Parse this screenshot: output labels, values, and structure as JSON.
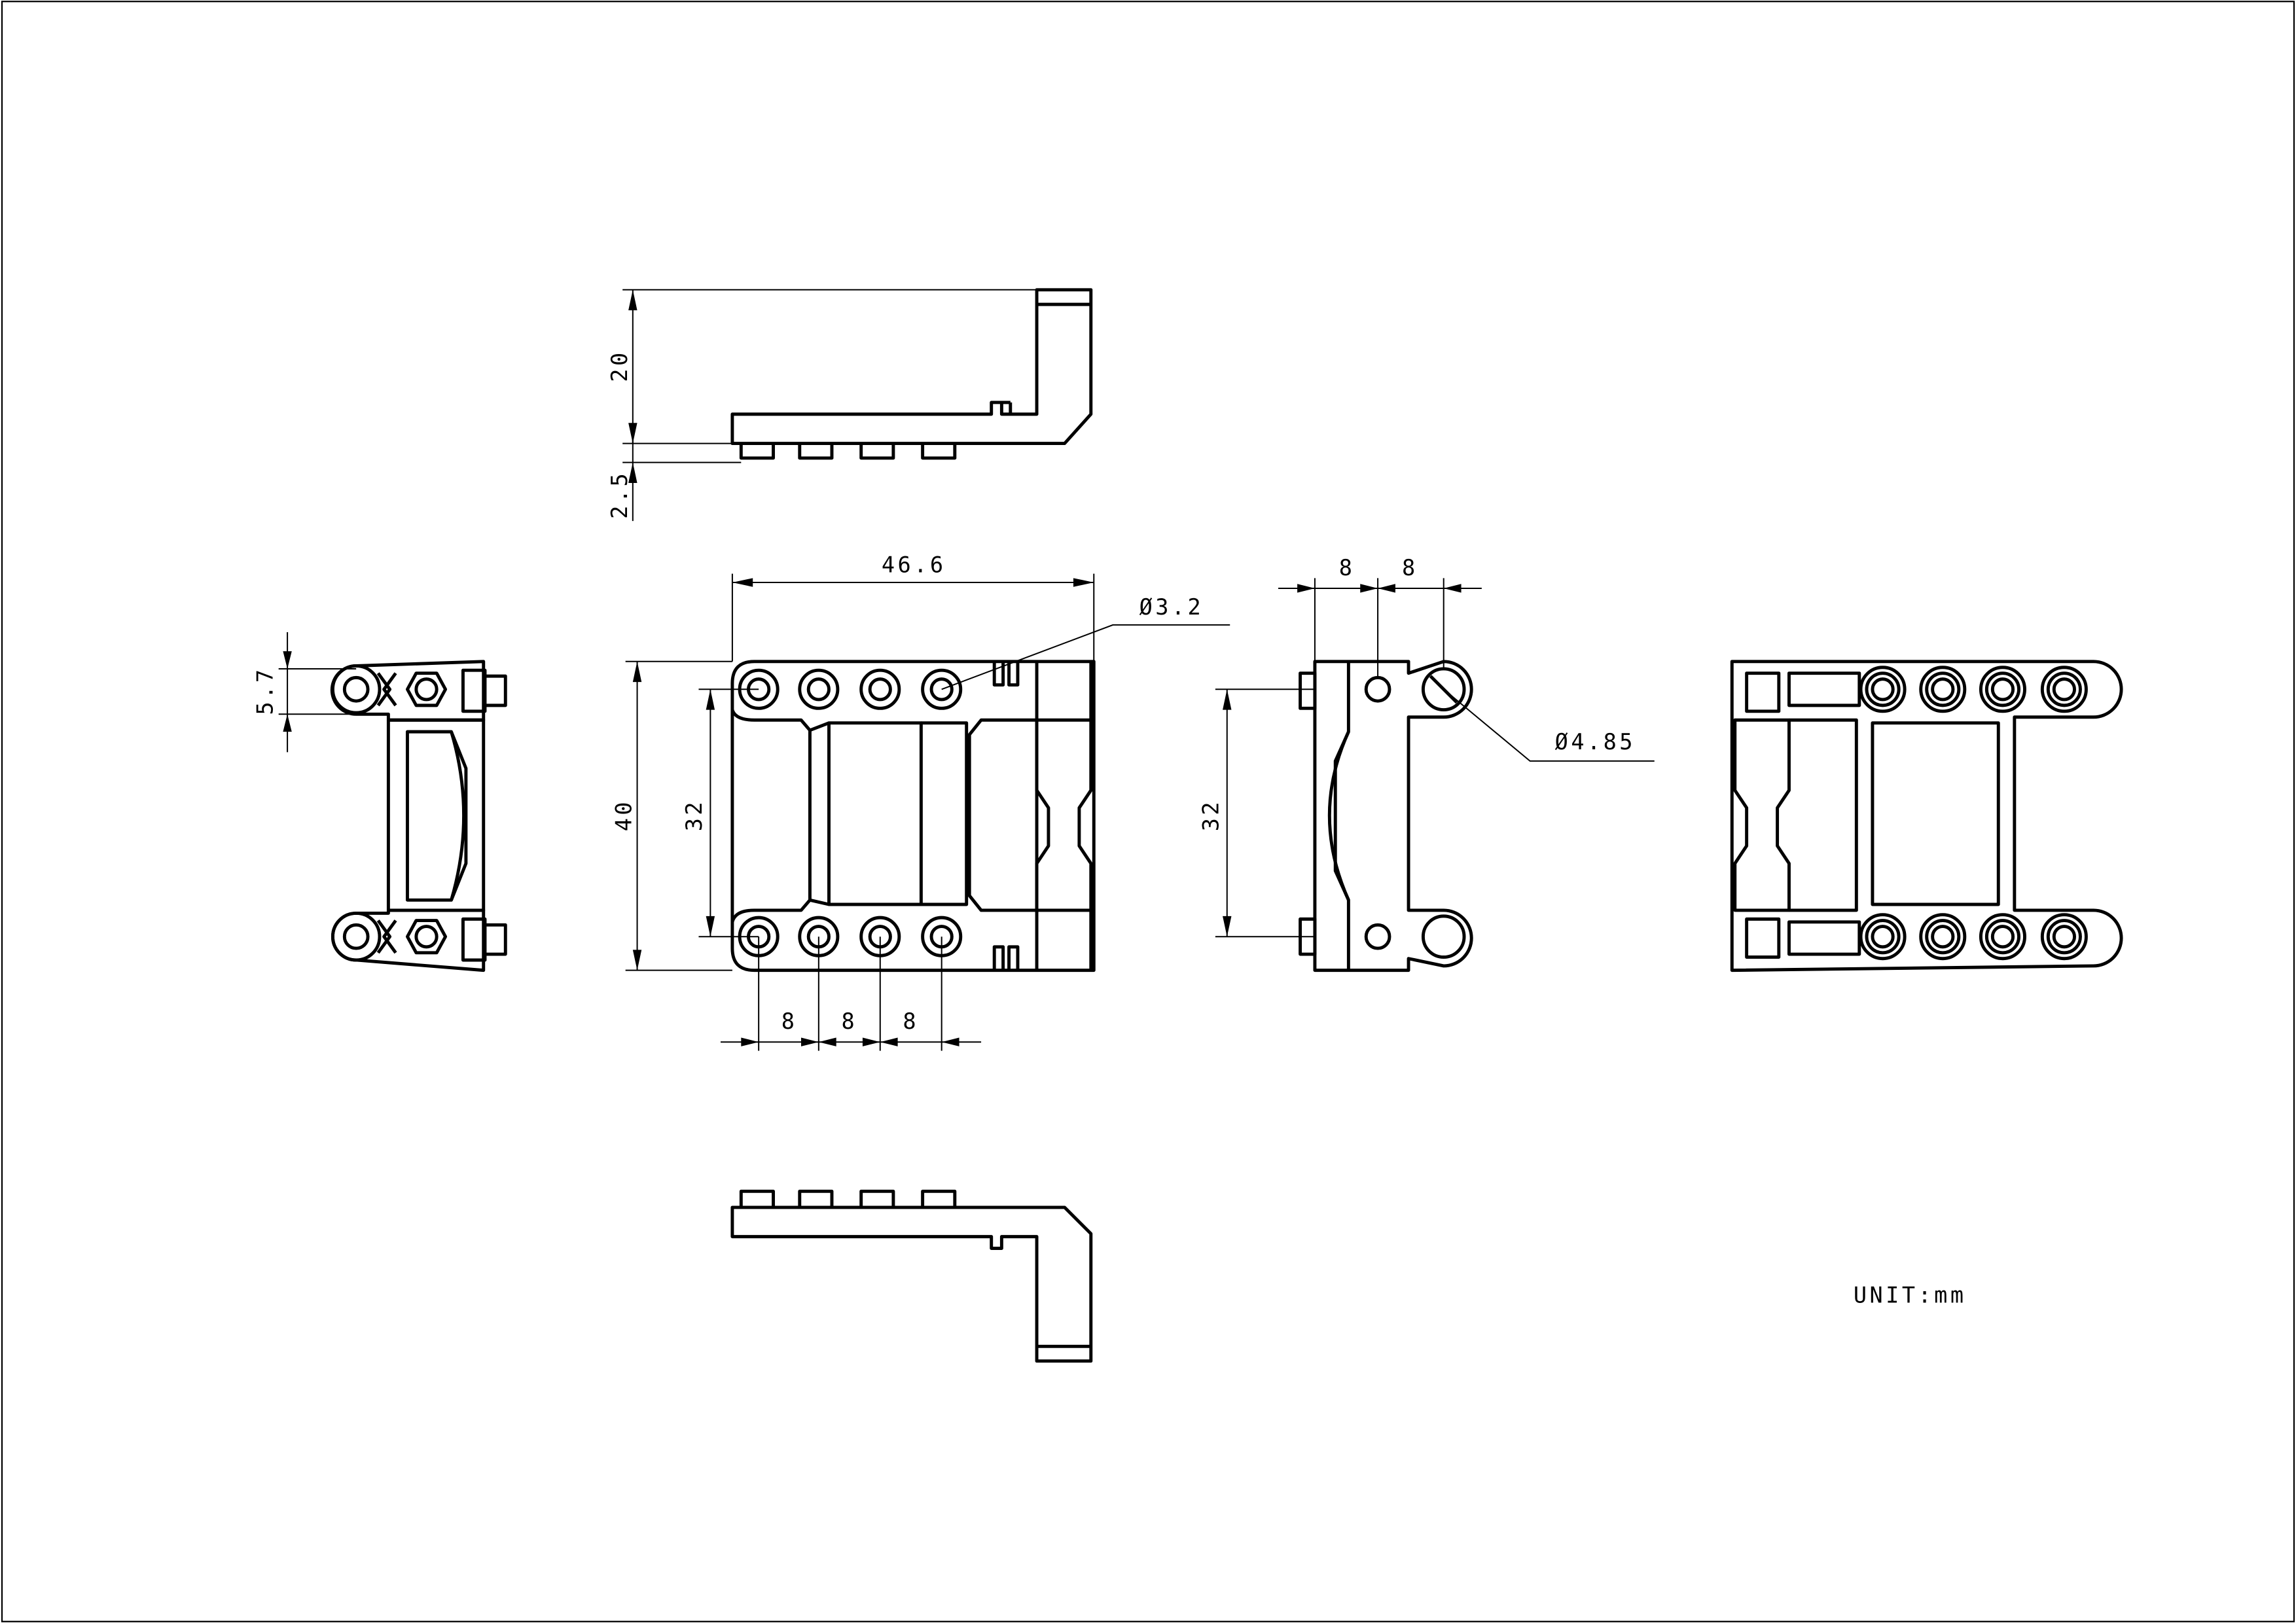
{
  "drawing": {
    "unit_note": "UNIT:mm",
    "stroke_color": "#000000",
    "background_color": "#ffffff",
    "dimensions": {
      "height_20": "20",
      "pin_2_5": "2.5",
      "width_46_6": "46.6",
      "hole_dia_3_2": "Ø3.2",
      "lug_5_7": "5.7",
      "height_40": "40",
      "pitch_32_front": "32",
      "pitch_32_side": "32",
      "pitch_8_a": "8",
      "pitch_8_b": "8",
      "pitch_8_c": "8",
      "side_8_a": "8",
      "side_8_b": "8",
      "hole_dia_4_85": "Ø4.85"
    }
  }
}
